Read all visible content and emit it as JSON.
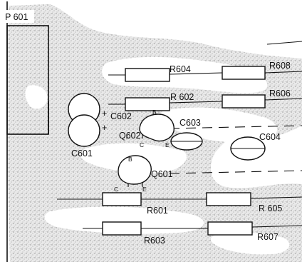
{
  "connector": {
    "label": "P 601"
  },
  "resistors": {
    "r601": "R601",
    "r602": "R 602",
    "r603": "R603",
    "r604": "R604",
    "r605": "R 605",
    "r606": "R606",
    "r607": "R607",
    "r608": "R608"
  },
  "capacitors": {
    "c601": "C601",
    "c602": "C602",
    "c603": "C603",
    "c604": "C604"
  },
  "transistors": {
    "q601": "Q601",
    "q602": "Q602",
    "pin_b": "B",
    "pin_c": "C",
    "pin_e": "E"
  },
  "polarity": {
    "plus": "+"
  }
}
